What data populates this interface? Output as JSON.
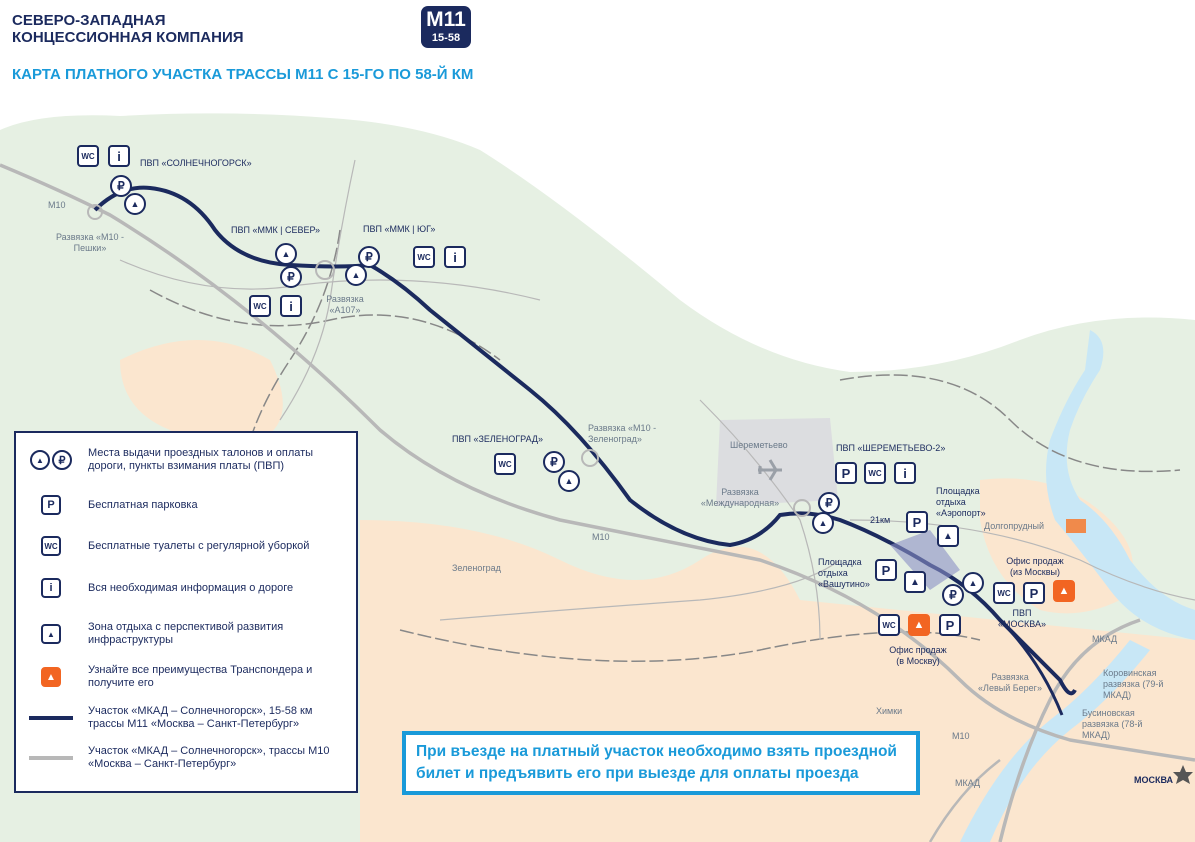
{
  "header": {
    "company_line1": "СЕВЕРО-ЗАПАДНАЯ",
    "company_line2": "КОНЦЕССИОННАЯ КОМПАНИЯ",
    "badge_top": "M11",
    "badge_bottom": "15-58",
    "map_title": "КАРТА ПЛАТНОГО УЧАСТКА ТРАССЫ М11 С 15-ГО ПО 58-Й КМ"
  },
  "colors": {
    "brand_navy": "#1b2a5e",
    "accent_blue": "#1a9ad9",
    "transponder_orange": "#f26522",
    "forest": "#e6f0e3",
    "city": "#fbe6cf",
    "water": "#c8e7f6",
    "m10_road": "#b8b8b8"
  },
  "icons": {
    "toll": "ruble-icon",
    "ticket": "toll-booth-icon",
    "parking": "parking-icon",
    "wc": "wc-icon",
    "info": "info-icon",
    "rest": "rest-area-icon",
    "transponder": "transponder-icon",
    "airport": "airplane-icon",
    "moscow": "star-icon"
  },
  "legend": {
    "toll": "Места выдачи проездных талонов и оплаты дороги, пункты взимания платы (ПВП)",
    "parking": "Бесплатная парковка",
    "wc": "Бесплатные туалеты с регулярной уборкой",
    "info": "Вся необходимая информация о дороге",
    "rest": "Зона отдыха с перспективой развития инфраструктуры",
    "transponder": "Узнайте все преимущества Транспондера и получите его",
    "m11": "Участок «МКАД – Солнечногорск», 15-58 км трассы М11 «Москва – Санкт-Петербург»",
    "m10": "Участок «МКАД – Солнечногорск», трассы М10 «Москва – Санкт-Петербург»"
  },
  "notice": "При въезде на платный участок необходимо взять проездной билет и предъявить его при выезде для оплаты проезда",
  "icon_text": {
    "wc": "WC",
    "info": "i",
    "parking": "P",
    "ruble": "₽",
    "ticket": "▲"
  },
  "map_labels": {
    "pvp_solnechnogorsk": "ПВП «СОЛНЕЧНОГОРСК»",
    "m10_a": "М10",
    "razv_m10_peshki": "Развязка «М10 - Пешки»",
    "pvp_mmk_sever": "ПВП «ММК | СЕВЕР»",
    "pvp_mmk_yug": "ПВП «ММК | ЮГ»",
    "razv_a107": "Развязка «А107»",
    "pvp_zelenograd": "ПВП «ЗЕЛЕНОГРАД»",
    "razv_m10_zelenograd": "Развязка «М10 - Зеленоград»",
    "m10_b": "М10",
    "zelenograd": "Зеленоград",
    "sheremetyevo": "Шереметьево",
    "razv_mezhdunarodnaya": "Развязка «Международная»",
    "pvp_sheremetyevo2": "ПВП «ШЕРЕМЕТЬЕВО-2»",
    "km21": "21км",
    "rest_aeroport": "Площадка отдыха «Аэропорт»",
    "dolgoprudny": "Долгопрудный",
    "office_from_moscow": "Офис продаж (из Москвы)",
    "rest_vashutino": "Площадка отдыха «Вашутино»",
    "pvp_moskva": "ПВП «МОСКВА»",
    "office_to_moscow": "Офис продаж (в Москву)",
    "razv_levy_bereg": "Развязка «Левый Берег»",
    "mkad_a": "МКАД",
    "korovinskaya": "Коровинская развязка (79-й МКАД)",
    "khimki": "Химки",
    "busynovskaya": "Бусиновская развязка (78-й МКАД)",
    "m10_c": "М10",
    "mkad_b": "МКАД",
    "moskva": "МОСКВА"
  }
}
